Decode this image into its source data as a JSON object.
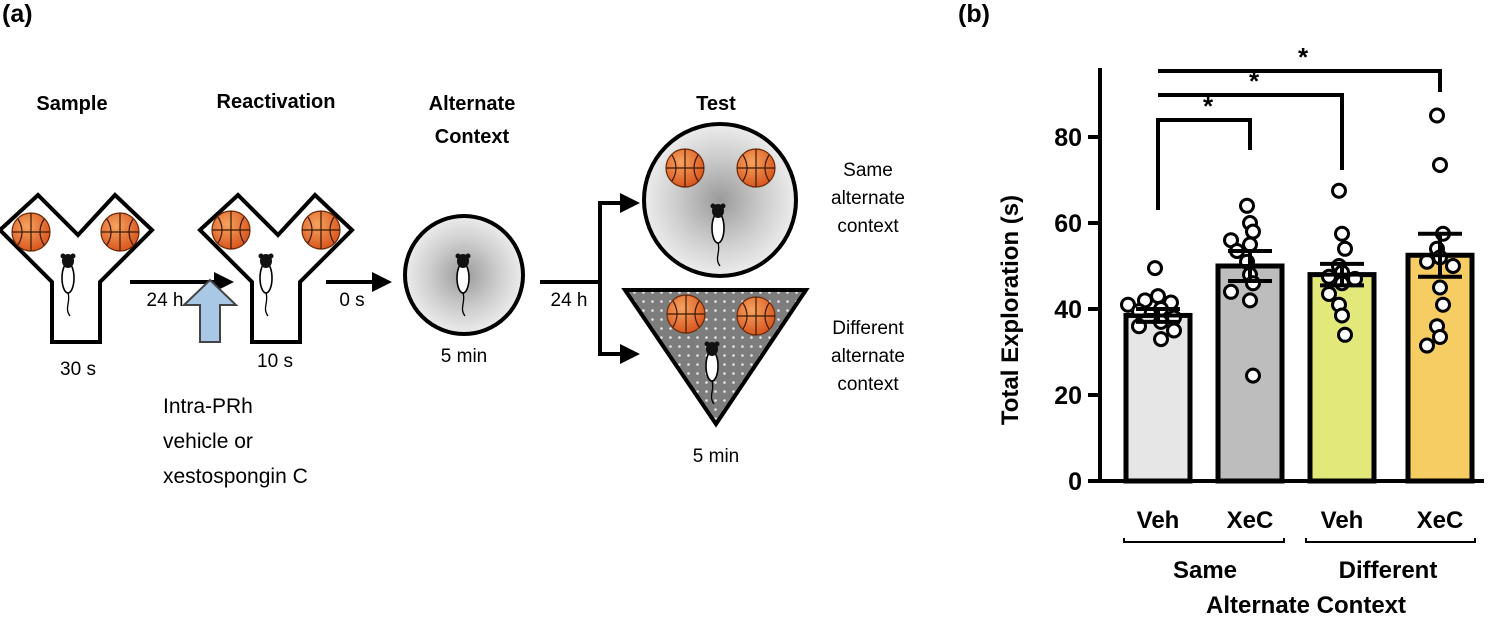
{
  "panel_a": {
    "panel_label": "(a)",
    "stages": {
      "sample": "Sample",
      "reactivation": "Reactivation",
      "alternate_line1": "Alternate",
      "alternate_line2": "Context",
      "test": "Test"
    },
    "durations": {
      "sample": "30 s",
      "reactivation": "10 s",
      "alternate": "5 min",
      "test": "5 min"
    },
    "delays": {
      "sample_to_reactivation": "24 h",
      "reactivation_to_alternate": "0 s",
      "alternate_to_test": "24 h"
    },
    "injection": {
      "line1": "Intra-PRh",
      "line2": "vehicle or",
      "line3": "xestospongin C"
    },
    "test_conditions": {
      "same_line1": "Same",
      "same_line2": "alternate",
      "same_line3": "context",
      "different_line1": "Different",
      "different_line2": "alternate",
      "different_line3": "context"
    },
    "colors": {
      "object": "#e8743a",
      "injection_arrow": "#a9c8e6",
      "arena_gray": "#cfcfcf",
      "triangle_fill": "#8a8a8a"
    }
  },
  "chart_data": {
    "panel_label": "(b)",
    "type": "bar",
    "ylabel": "Total Exploration (s)",
    "ylim": [
      0,
      90
    ],
    "yticks": [
      0,
      20,
      40,
      60,
      80
    ],
    "categories": [
      "Veh",
      "XeC",
      "Veh",
      "XeC"
    ],
    "group_labels": [
      "Same",
      "Different"
    ],
    "xlabel": "Alternate Context",
    "means": [
      38.5,
      50,
      48,
      52.5
    ],
    "sem": [
      1.5,
      3.5,
      2.5,
      5
    ],
    "bar_colors": [
      "#e6e6e6",
      "#bdbdbd",
      "#e3e87a",
      "#f5cd62"
    ],
    "points": [
      [
        49.5,
        43,
        42,
        41.5,
        41,
        40,
        39.5,
        38,
        37,
        36,
        35,
        33
      ],
      [
        64,
        60,
        58,
        56,
        55,
        53.5,
        51,
        48,
        46,
        44,
        42,
        24.5
      ],
      [
        67.5,
        57.5,
        54,
        50,
        48.5,
        47.5,
        47,
        46,
        43.5,
        41,
        38.5,
        34
      ],
      [
        85,
        73.5,
        57.5,
        54,
        52,
        51,
        50,
        45,
        41,
        36,
        33.5,
        31.5
      ]
    ],
    "significance": [
      {
        "from": 0,
        "to": 1,
        "label": "*"
      },
      {
        "from": 0,
        "to": 2,
        "label": "*"
      },
      {
        "from": 0,
        "to": 3,
        "label": "*"
      }
    ]
  }
}
